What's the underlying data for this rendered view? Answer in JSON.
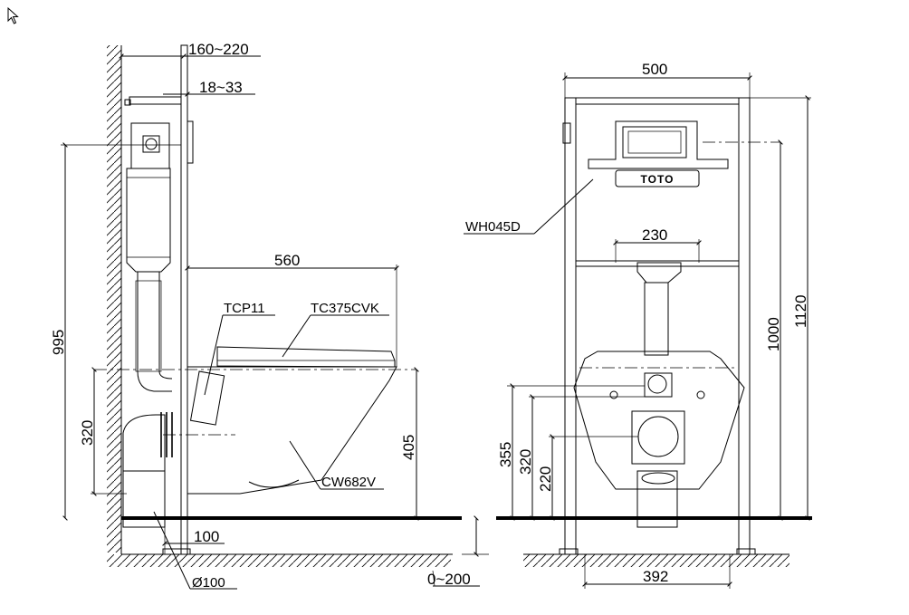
{
  "side_view": {
    "dims": {
      "wall_frame_depth": "160~220",
      "front_panel": "18~33",
      "bowl_length": "560",
      "flush_height": "995",
      "inlet_height": "320",
      "rim_height": "405",
      "outlet_offset": "100",
      "pipe_diameter": "Ø100",
      "floor_adjust": "0~200"
    },
    "labels": {
      "flush_plate_part": "TCP11",
      "seat_part": "TC375CVK",
      "bowl_part": "CW682V"
    }
  },
  "front_view": {
    "dims": {
      "frame_width": "500",
      "bolt_spacing": "230",
      "frame_height_inner": "1000",
      "frame_height_total": "1120",
      "dim_355": "355",
      "dim_320": "320",
      "dim_220": "220",
      "feet_spacing": "392"
    },
    "labels": {
      "frame_part": "WH045D",
      "brand_badge": "TOTO"
    }
  }
}
